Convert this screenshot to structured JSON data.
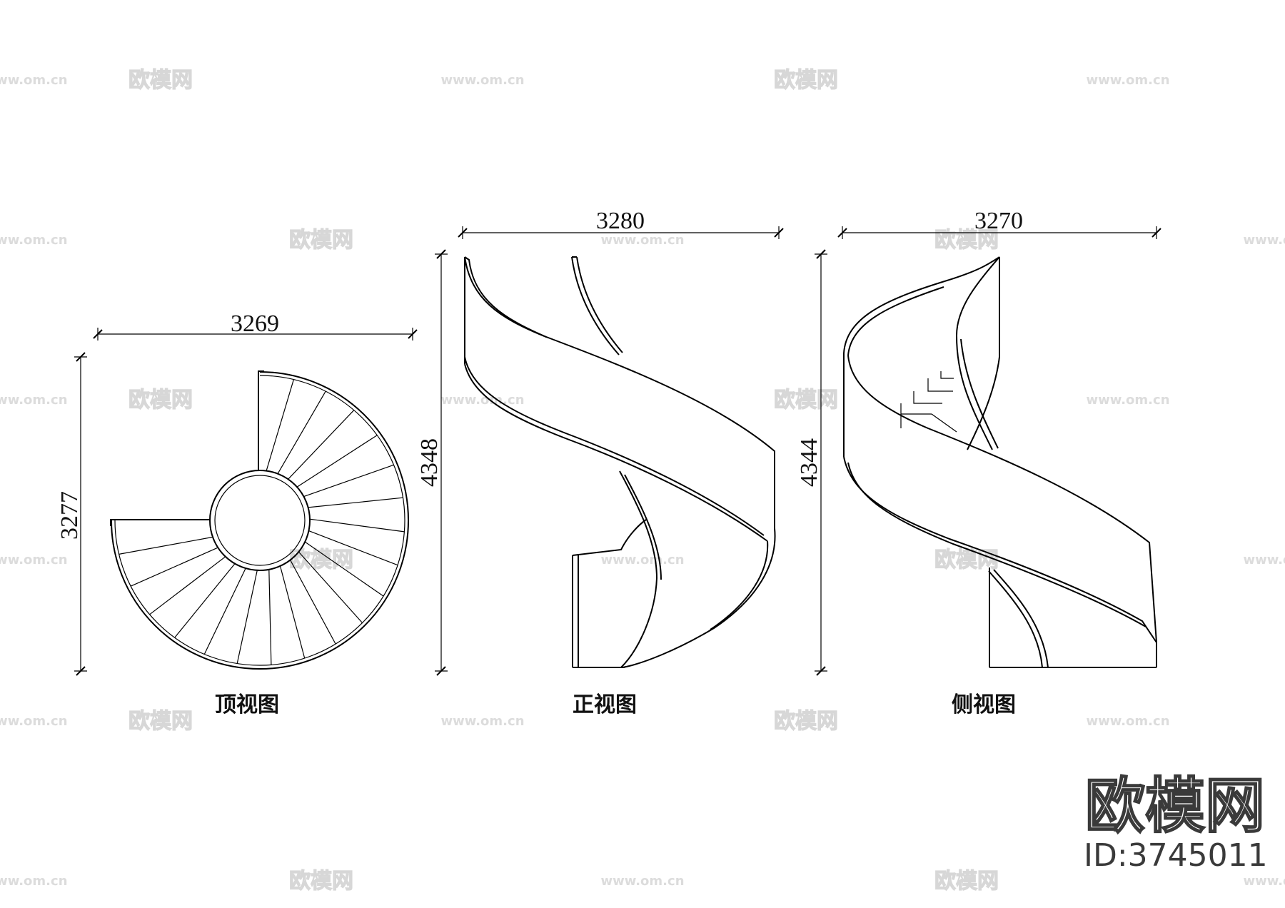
{
  "watermark": {
    "logo_text": "欧模网",
    "url_text": "www.om.cn"
  },
  "views": {
    "top": {
      "title": "顶视图",
      "width_dim": "3269",
      "height_dim": "3277"
    },
    "front": {
      "title": "正视图",
      "width_dim": "3280",
      "height_dim": "4348"
    },
    "side": {
      "title": "侧视图",
      "width_dim": "3270",
      "height_dim": "4344"
    }
  },
  "branding": {
    "logo": "欧模网",
    "id_label": "ID:3745011"
  },
  "top_view_geometry": {
    "tread_count": 20
  }
}
